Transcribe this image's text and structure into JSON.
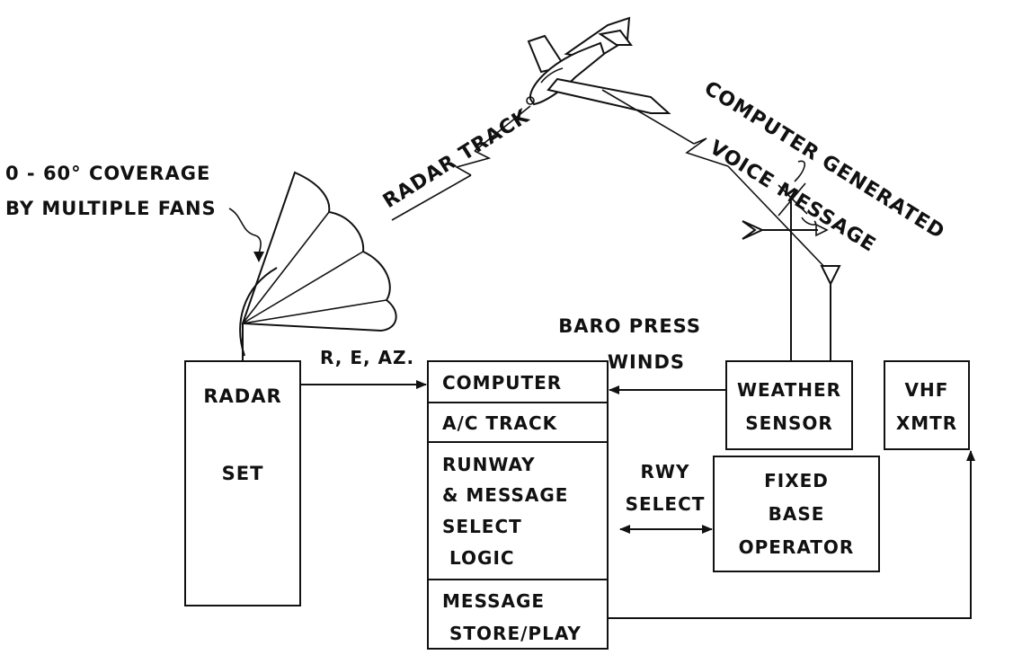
{
  "coverage": {
    "line1": "0 - 60° COVERAGE",
    "line2": "BY MULTIPLE FANS"
  },
  "radar_track": "RADAR TRACK",
  "voice": {
    "line1": "COMPUTER GENERATED",
    "line2": "VOICE MESSAGE"
  },
  "weather_inputs": {
    "line1": "BARO PRESS",
    "line2": "WINDS"
  },
  "radar_output": "R, E, AZ.",
  "radar_set": {
    "line1": "RADAR",
    "line2": "SET"
  },
  "computer": {
    "header": "COMPUTER",
    "track": "A/C TRACK",
    "runway": {
      "l1": "RUNWAY",
      "l2": "& MESSAGE",
      "l3": "SELECT",
      "l4": "LOGIC"
    },
    "message": {
      "l1": "MESSAGE",
      "l2": "STORE/PLAY"
    }
  },
  "weather_sensor": {
    "line1": "WEATHER",
    "line2": "SENSOR"
  },
  "vhf": {
    "line1": "VHF",
    "line2": "XMTR"
  },
  "rwy_select": {
    "line1": "RWY",
    "line2": "SELECT"
  },
  "fbo": {
    "line1": "FIXED",
    "line2": "BASE",
    "line3": "OPERATOR"
  }
}
